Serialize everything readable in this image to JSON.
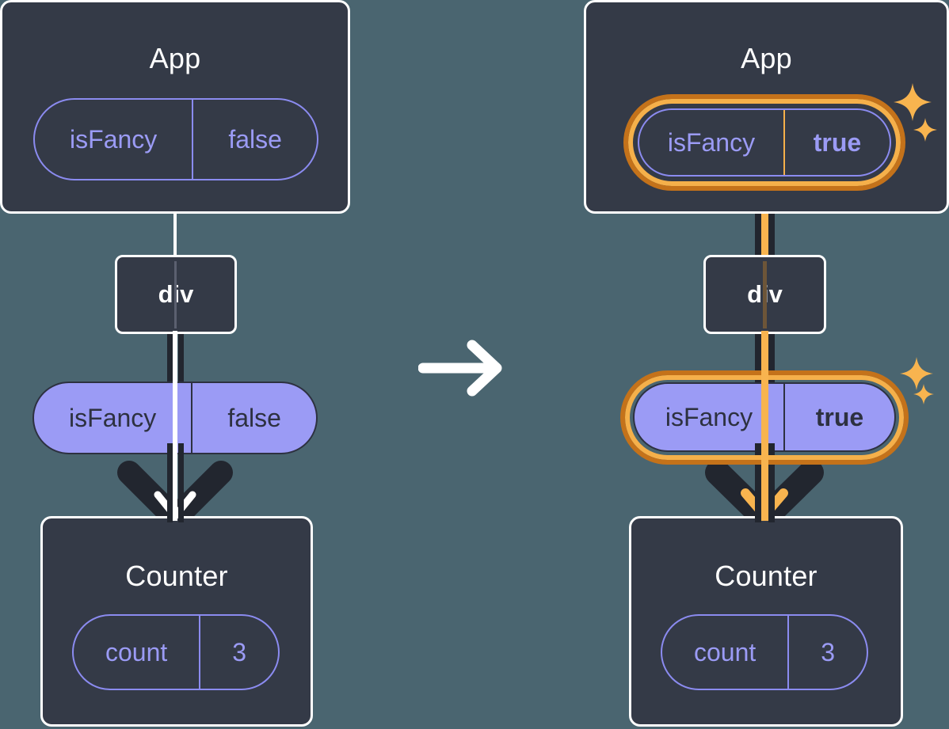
{
  "diagram": {
    "title": "React state update propagation",
    "background_color": "#4a6570",
    "box_fill": "#343a47",
    "box_border": "#ffffff",
    "pill_fill": "#9b9bf5",
    "pill_outline_color": "#8b8bf0",
    "highlight_outer_color": "#c4721a",
    "highlight_inner_color": "#f5b04a",
    "dark_edge_color": "#22262f",
    "transition_arrow_icon": "arrow-right-icon"
  },
  "before": {
    "app": {
      "title": "App",
      "state": {
        "name": "isFancy",
        "value": "false",
        "highlighted": false
      }
    },
    "div": {
      "label": "div"
    },
    "prop": {
      "name": "isFancy",
      "value": "false",
      "highlighted": false
    },
    "counter": {
      "title": "Counter",
      "state": {
        "name": "count",
        "value": "3",
        "highlighted": false
      }
    }
  },
  "after": {
    "app": {
      "title": "App",
      "state": {
        "name": "isFancy",
        "value": "true",
        "highlighted": true
      }
    },
    "div": {
      "label": "div"
    },
    "prop": {
      "name": "isFancy",
      "value": "true",
      "highlighted": true
    },
    "counter": {
      "title": "Counter",
      "state": {
        "name": "count",
        "value": "3",
        "highlighted": false
      }
    },
    "sparkle_icons": [
      "sparkle-icon",
      "sparkle-icon"
    ]
  }
}
